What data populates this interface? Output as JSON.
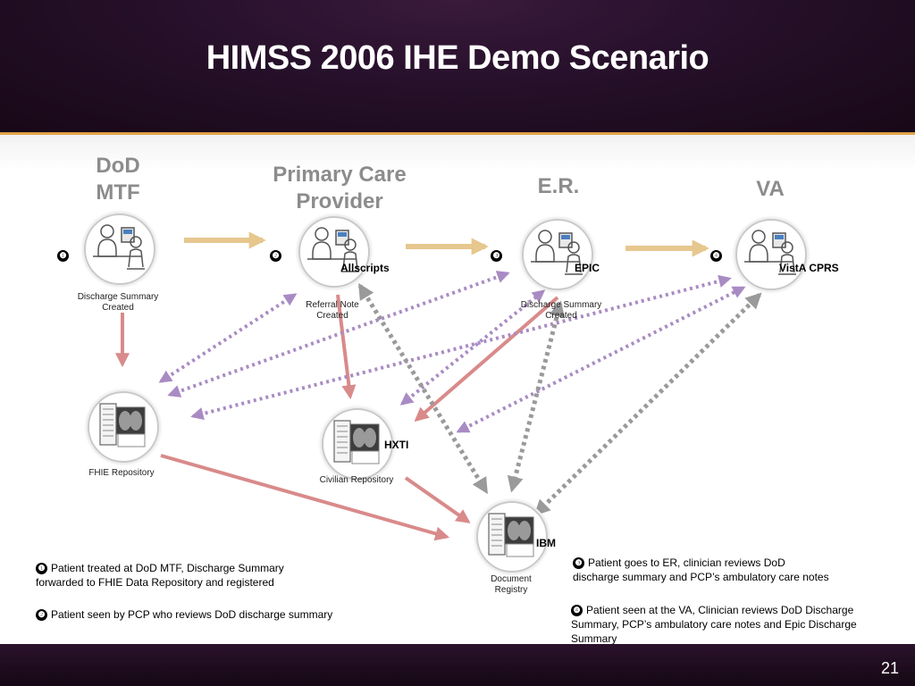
{
  "title": "HIMSS 2006 IHE Demo Scenario",
  "page_number": "21",
  "locations": {
    "dod": "DoD\nMTF",
    "pcp": "Primary Care\nProvider",
    "er": "E.R.",
    "va": "VA"
  },
  "step_markers": [
    "❶",
    "❷",
    "❸",
    "❹"
  ],
  "systems": {
    "allscripts": "Allscripts",
    "epic": "EPIC",
    "vista": "VistA CPRS",
    "hxti": "HXTI",
    "ibm": "IBM"
  },
  "captions": {
    "dod_doc": "Discharge Summary\nCreated",
    "pcp_doc": "Referral Note\nCreated",
    "er_doc": "Discharge Summary\nCreated",
    "fhie": "FHIE Repository",
    "civilian": "Civilian Repository",
    "registry": "Document\nRegistry"
  },
  "notes": [
    {
      "marker": "❶",
      "text": "Patient treated at DoD MTF, Discharge Summary\nforwarded to FHIE Data Repository and registered"
    },
    {
      "marker": "❷",
      "text": "Patient seen by PCP who reviews DoD discharge summary"
    },
    {
      "marker": "❸",
      "text": "Patient goes to ER, clinician reviews DoD\ndischarge summary and PCP’s ambulatory care notes"
    },
    {
      "marker": "❹",
      "text": "Patient seen at the VA, Clinician reviews DoD Discharge\nSummary, PCP’s ambulatory care notes and Epic Discharge\nSummary"
    }
  ],
  "colors": {
    "flow_arrow": "#e6c78e",
    "submit_arrow": "#d98a8a",
    "query_arrow": "#a98bc4",
    "registry_arrow": "#9a9a9a"
  }
}
